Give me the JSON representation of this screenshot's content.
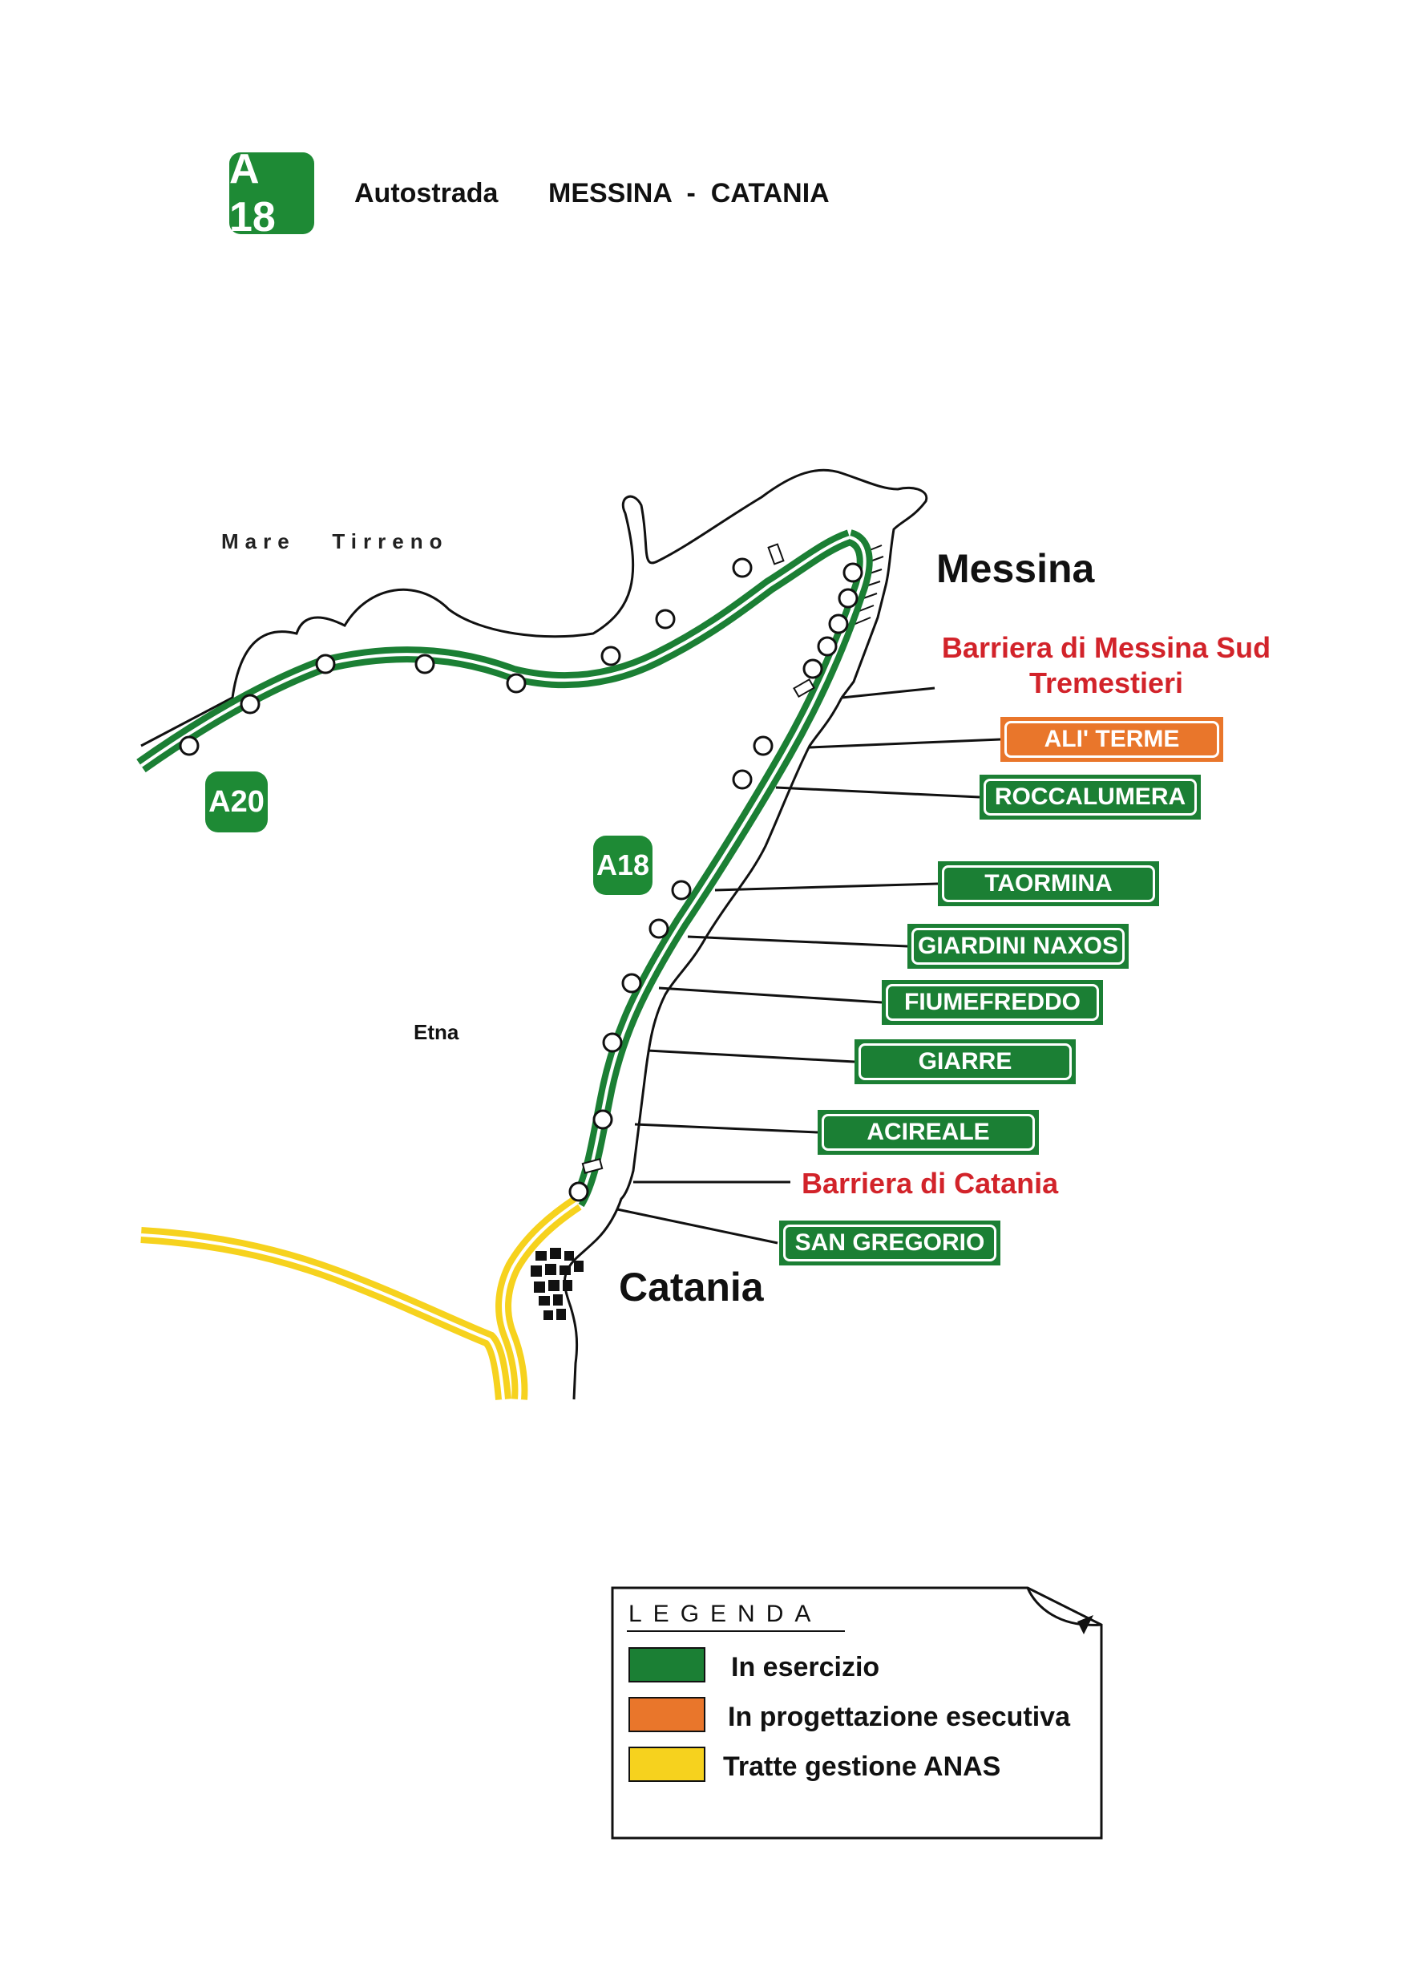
{
  "header": {
    "shield_label": "A 18",
    "road_type": "Autostrada",
    "route": "MESSINA  -  CATANIA"
  },
  "map": {
    "sea_label": "Mare   Tirreno",
    "volcano_label": "Etna",
    "shield_a20": "A20",
    "shield_a18": "A18",
    "city_north": "Messina",
    "city_south": "Catania",
    "colors": {
      "in_service": "#1b7f34",
      "executive_design": "#e9762b",
      "anas": "#f6d21e"
    }
  },
  "labels": {
    "barrier_north": "Barriera di Messina Sud Tremestieri",
    "barrier_south": "Barriera di Catania"
  },
  "exits": [
    {
      "name": "ALI' TERME",
      "status": "executive_design"
    },
    {
      "name": "ROCCALUMERA",
      "status": "in_service"
    },
    {
      "name": "TAORMINA",
      "status": "in_service"
    },
    {
      "name": "GIARDINI NAXOS",
      "status": "in_service"
    },
    {
      "name": "FIUMEFREDDO",
      "status": "in_service"
    },
    {
      "name": "GIARRE",
      "status": "in_service"
    },
    {
      "name": "ACIREALE",
      "status": "in_service"
    },
    {
      "name": "SAN GREGORIO",
      "status": "in_service"
    }
  ],
  "legend": {
    "title": "LEGENDA",
    "items": [
      {
        "label": "In esercizio",
        "color": "#1b7f34"
      },
      {
        "label": "In progettazione esecutiva",
        "color": "#e9762b"
      },
      {
        "label": "Tratte gestione ANAS",
        "color": "#f6d21e"
      }
    ]
  }
}
